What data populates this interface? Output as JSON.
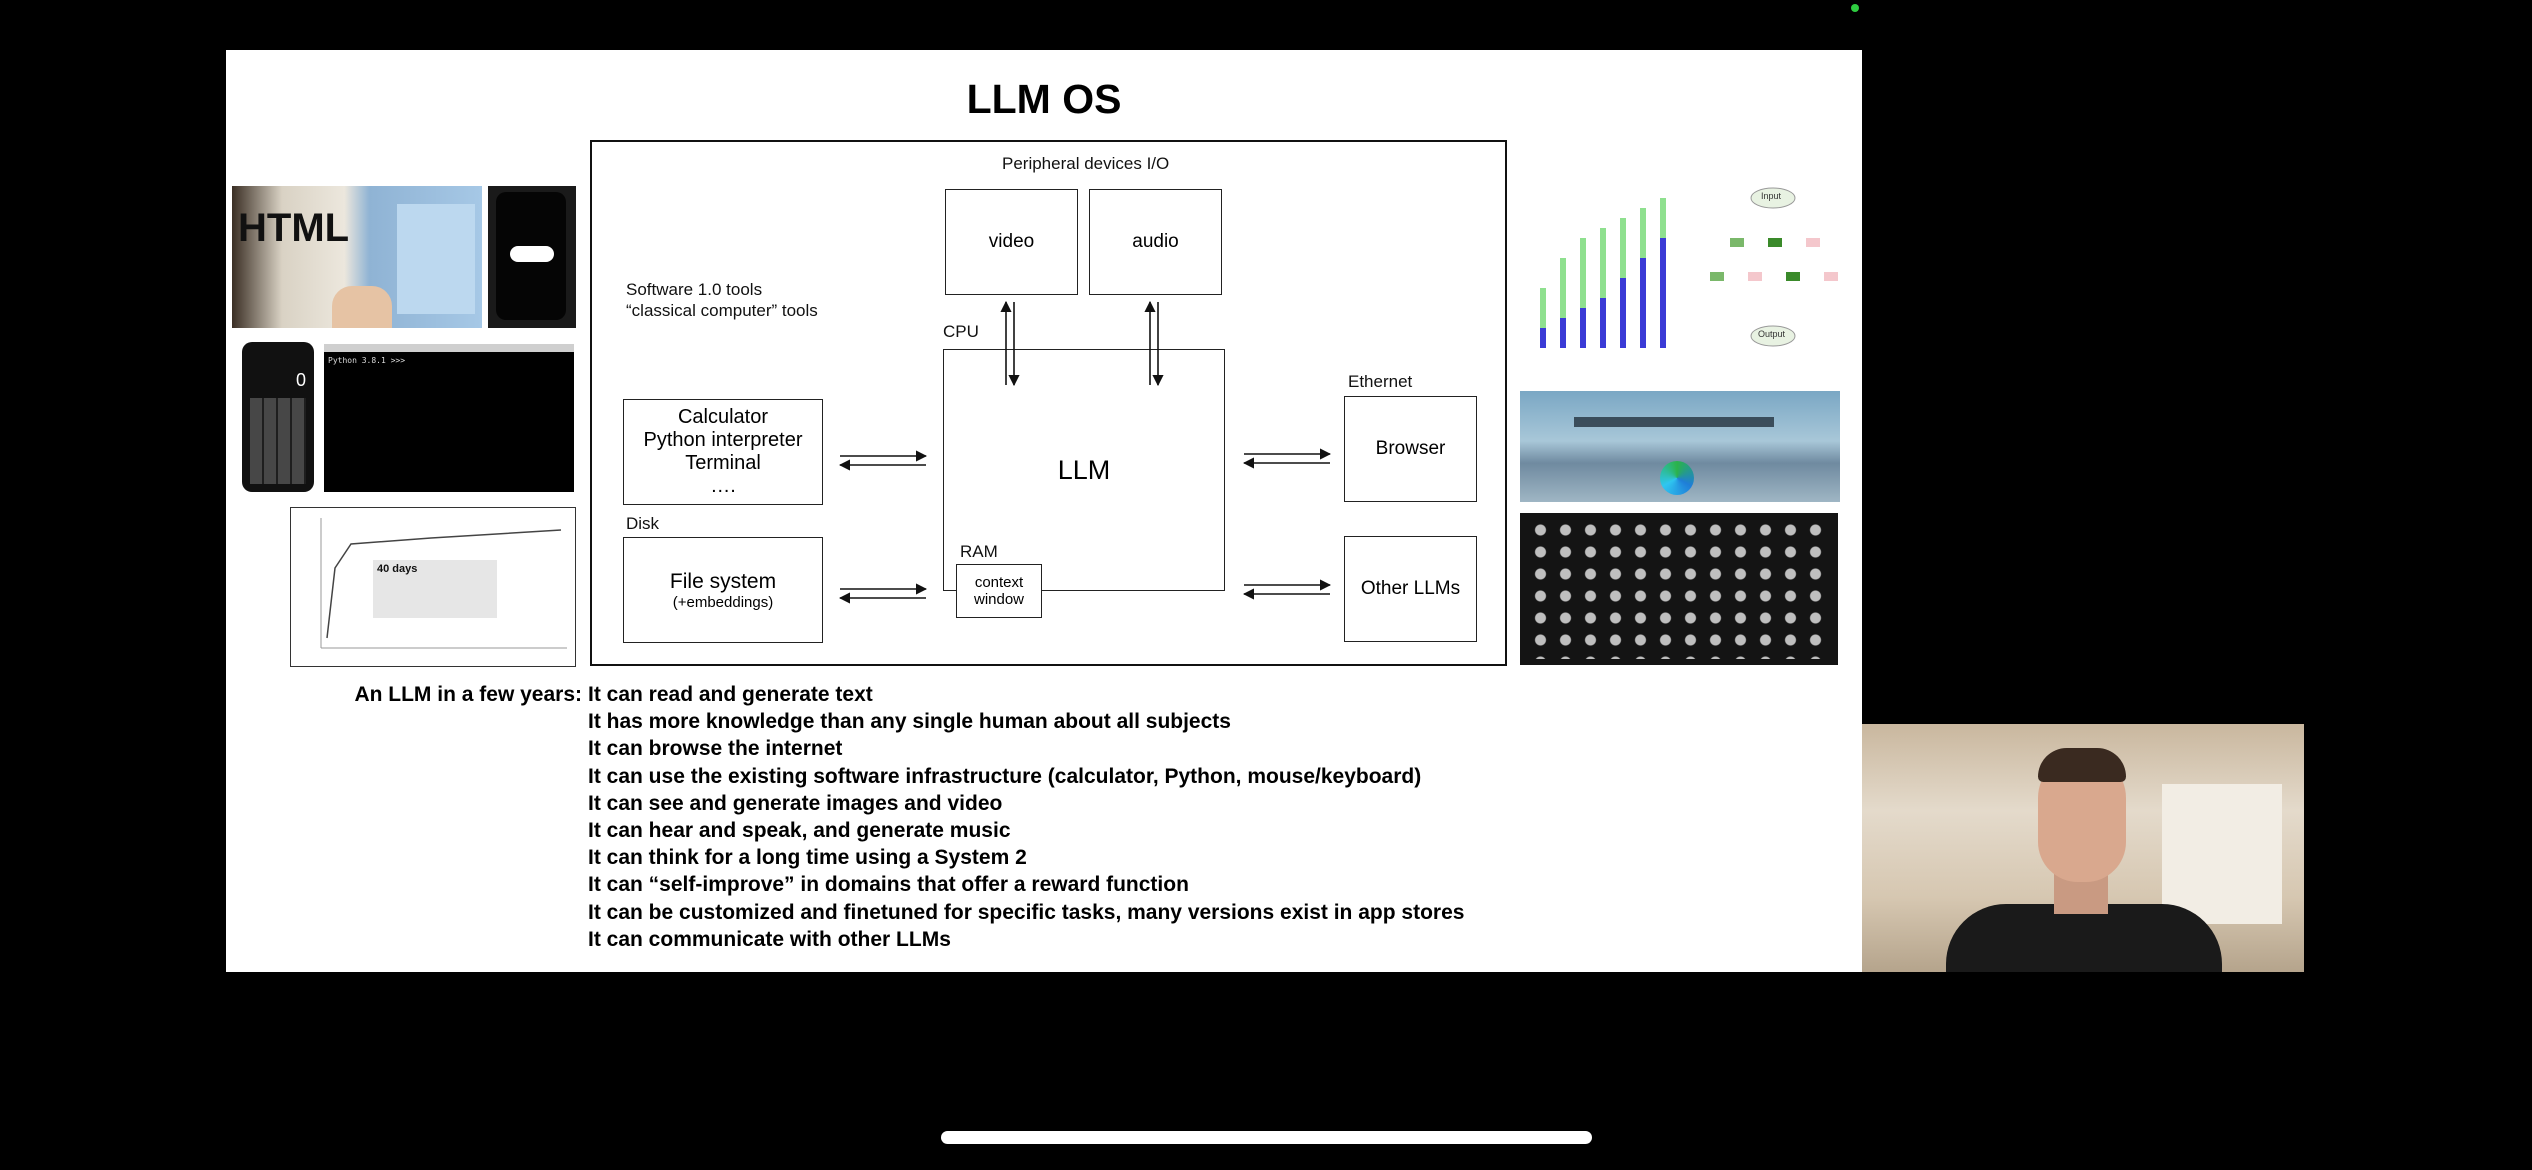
{
  "slide": {
    "title": "LLM OS",
    "diagram": {
      "peripheral_label": "Peripheral devices I/O",
      "video": "video",
      "audio": "audio",
      "software_label_1": "Software 1.0 tools",
      "software_label_2": "“classical computer” tools",
      "tools": [
        "Calculator",
        "Python interpreter",
        "Terminal",
        "…."
      ],
      "cpu_label": "CPU",
      "llm": "LLM",
      "ram_label": "RAM",
      "context_window_1": "context",
      "context_window_2": "window",
      "disk_label": "Disk",
      "file_system": "File system",
      "embeddings": "(+embeddings)",
      "ethernet_label": "Ethernet",
      "browser": "Browser",
      "other_llms": "Other LLMs"
    },
    "thumbnails": {
      "html_sketch_text": "HTML",
      "terminal_text": "Python 3.8.1 >>>",
      "calculator_display": "0",
      "alphazero_card_title": "40 days",
      "chart_thumb_input": "Input",
      "chart_thumb_output": "Output"
    },
    "bullets_label": "An LLM in a few years:",
    "bullets": [
      "It can read and generate text",
      "It has more knowledge than any single human about all subjects",
      "It can browse the internet",
      "It can use the existing software infrastructure (calculator, Python, mouse/keyboard)",
      "It can see and generate images and video",
      "It can hear and speak, and generate music",
      "It can think for a long time using a System 2",
      "It can “self-improve” in domains that offer a reward function",
      "It can be customized and finetuned for specific tasks, many versions exist in app stores",
      "It can communicate with other LLMs"
    ]
  },
  "colors": {
    "background": "#000000",
    "slide": "#ffffff",
    "home_indicator": "#ffffff",
    "status_dot": "#2ecc40"
  },
  "icons": [
    "home-indicator",
    "recording-dot-icon",
    "double-arrow-icon"
  ]
}
